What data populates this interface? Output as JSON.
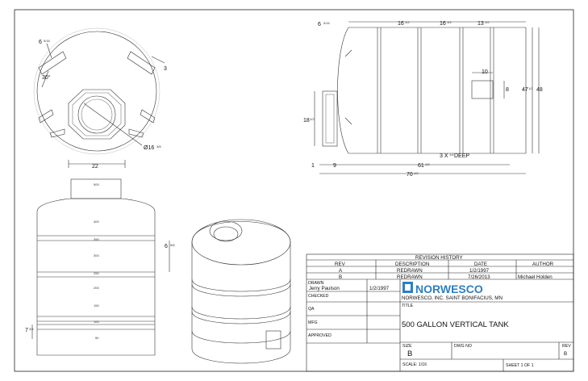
{
  "top_view": {
    "dims": {
      "opening_angle": "6",
      "opening_frac": "5/16",
      "notch": "3",
      "angle": "30°",
      "fitting_dia": "Ø16",
      "fitting_frac": "3/8",
      "width": "22"
    }
  },
  "side_view": {
    "dims": {
      "top_offset": "6",
      "top_offset_frac": "5/16",
      "seg1": "16",
      "seg1_frac": "1/2",
      "seg2": "16",
      "seg2_frac": "1/4",
      "seg3": "13",
      "seg3_frac": "1/2",
      "outlet_width": "10",
      "outlet_height": "8",
      "dia_inner": "47",
      "dia_inner_frac": "1/2",
      "dia_outer": "48",
      "fitting_height": "18",
      "fitting_height_frac": "1/2",
      "base_1": "1",
      "base_9": "9",
      "groove": "3 X",
      "groove_frac": "1/4",
      "groove_suffix": "DEEP",
      "len_inner": "61",
      "len_inner_frac": "1/2",
      "len_outer": "70",
      "len_outer_frac": "1/2"
    }
  },
  "front_view": {
    "gallon_marks": [
      "500",
      "400",
      "350",
      "300",
      "250",
      "200",
      "150",
      "100",
      "50"
    ],
    "dims": {
      "band": "6",
      "band_frac": "5/8",
      "base": "7",
      "base_frac": "3/4"
    }
  },
  "title_block": {
    "revision_history": "REVISION HISTORY",
    "headers": [
      "REV",
      "DESCRIPTION",
      "DATE",
      "AUTHOR"
    ],
    "revisions": [
      {
        "rev": "A",
        "desc": "REDRAWN",
        "date": "1/2/1997",
        "author": ""
      },
      {
        "rev": "B",
        "desc": "REDRAWN",
        "date": "7/26/2013",
        "author": "Michael Holden"
      }
    ],
    "drawn_label": "DRAWN",
    "drawn_by": "Jerry Paulson",
    "drawn_date": "1/2/1997",
    "checked_label": "CHECKED",
    "qa_label": "QA",
    "mfg_label": "MFG",
    "approved_label": "APPROVED",
    "logo_text": "NORWESCO",
    "company": "NORWESCO, INC.  SAINT BONIFACIUS, MN",
    "title_label": "TITLE",
    "title": "500 GALLON VERTICAL TANK",
    "size_label": "SIZE",
    "size": "B",
    "dwg_label": "DWG NO",
    "rev_label": "REV",
    "rev": "B",
    "scale": "SCALE:  1/16",
    "sheet": "SHEET  1  OF  1"
  }
}
